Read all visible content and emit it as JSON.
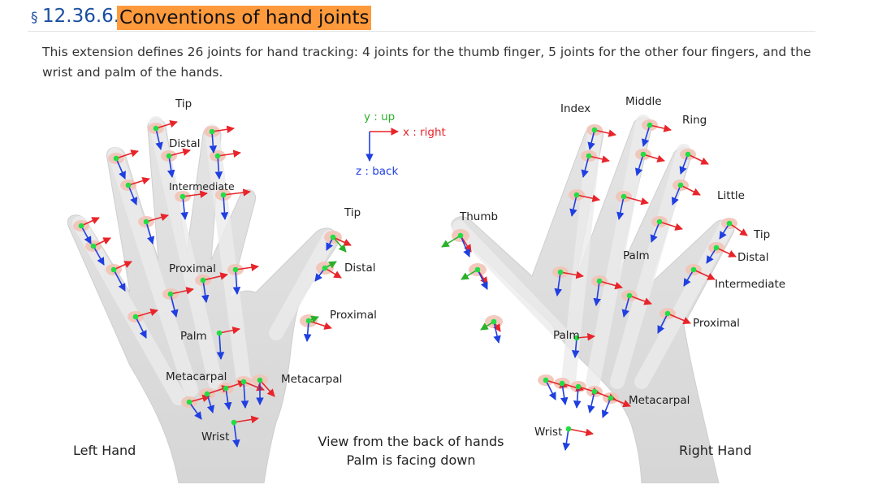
{
  "section": {
    "symbol": "§",
    "number": "12.36.6.",
    "title": "Conventions of hand joints"
  },
  "intro_text": "This extension defines 26 joints for hand tracking: 4 joints for the thumb finger, 5 joints for the other four fingers, and the wrist and palm of the hands.",
  "axes_legend": {
    "y": "y : up",
    "x": "x : right",
    "z": "z : back",
    "colors": {
      "x": "#e8242a",
      "y": "#2ab02a",
      "z": "#1f3fe0",
      "joint": "#22dd44"
    }
  },
  "left_hand": {
    "title": "Left Hand",
    "labels": {
      "tip": "Tip",
      "distal": "Distal",
      "intermediate": "Intermediate",
      "proximal": "Proximal",
      "palm": "Palm",
      "metacarpal": "Metacarpal",
      "wrist": "Wrist",
      "thumb_tip": "Tip",
      "thumb_distal": "Distal",
      "thumb_proximal": "Proximal",
      "thumb_metacarpal": "Metacarpal"
    }
  },
  "right_hand": {
    "title": "Right Hand",
    "labels": {
      "index": "Index",
      "middle": "Middle",
      "ring": "Ring",
      "little": "Little",
      "thumb": "Thumb",
      "tip": "Tip",
      "distal": "Distal",
      "intermediate": "Intermediate",
      "proximal": "Proximal",
      "palm_a": "Palm",
      "palm_b": "Palm",
      "metacarpal": "Metacarpal",
      "wrist": "Wrist"
    }
  },
  "caption": {
    "line1": "View from the back of hands",
    "line2": "Palm is facing down"
  }
}
